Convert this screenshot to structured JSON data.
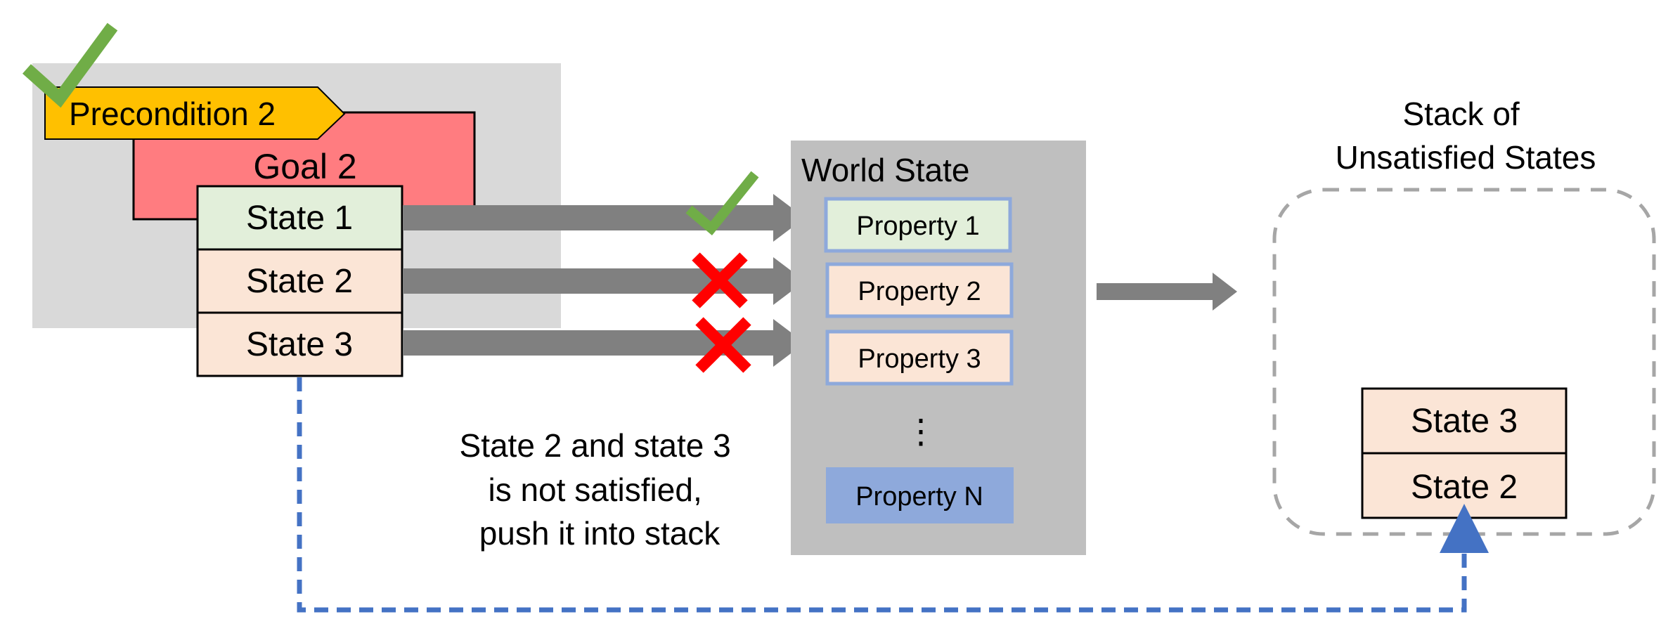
{
  "precondition": {
    "label": "Precondition 2",
    "status": "satisfied",
    "color": "#FFC000"
  },
  "goal": {
    "label": "Goal 2",
    "color": "#FF7C80"
  },
  "states": [
    {
      "label": "State 1",
      "status": "satisfied",
      "color": "#E2EFDA"
    },
    {
      "label": "State 2",
      "status": "not-satisfied",
      "color": "#FBE5D6"
    },
    {
      "label": "State 3",
      "status": "not-satisfied",
      "color": "#FBE5D6"
    }
  ],
  "world_state": {
    "title": "World State",
    "properties": [
      {
        "label": "Property 1",
        "color": "#E2EFDA"
      },
      {
        "label": "Property 2",
        "color": "#FBE5D6"
      },
      {
        "label": "Property 3",
        "color": "#FBE5D6"
      }
    ],
    "ellipsis": "⋮",
    "last_property": {
      "label": "Property N",
      "color": "#8EA9DB"
    }
  },
  "caption": {
    "lines": [
      "State 2 and state 3",
      "is not satisfied,",
      "push it into stack"
    ]
  },
  "stack": {
    "title_lines": [
      "Stack of",
      "Unsatisfied States"
    ],
    "items": [
      {
        "label": "State 3"
      },
      {
        "label": "State 2"
      }
    ]
  },
  "colors": {
    "check": "#70AD47",
    "cross": "#FF0000",
    "arrow": "#808080",
    "dashed_link": "#4472C4",
    "stack_border": "#A6A6A6",
    "goal_panel": "#D9D9D9",
    "world_panel": "#BFBFBF",
    "property_border": "#8EA9DB"
  },
  "icons": {
    "satisfied": "check-icon",
    "not_satisfied": "cross-icon"
  }
}
